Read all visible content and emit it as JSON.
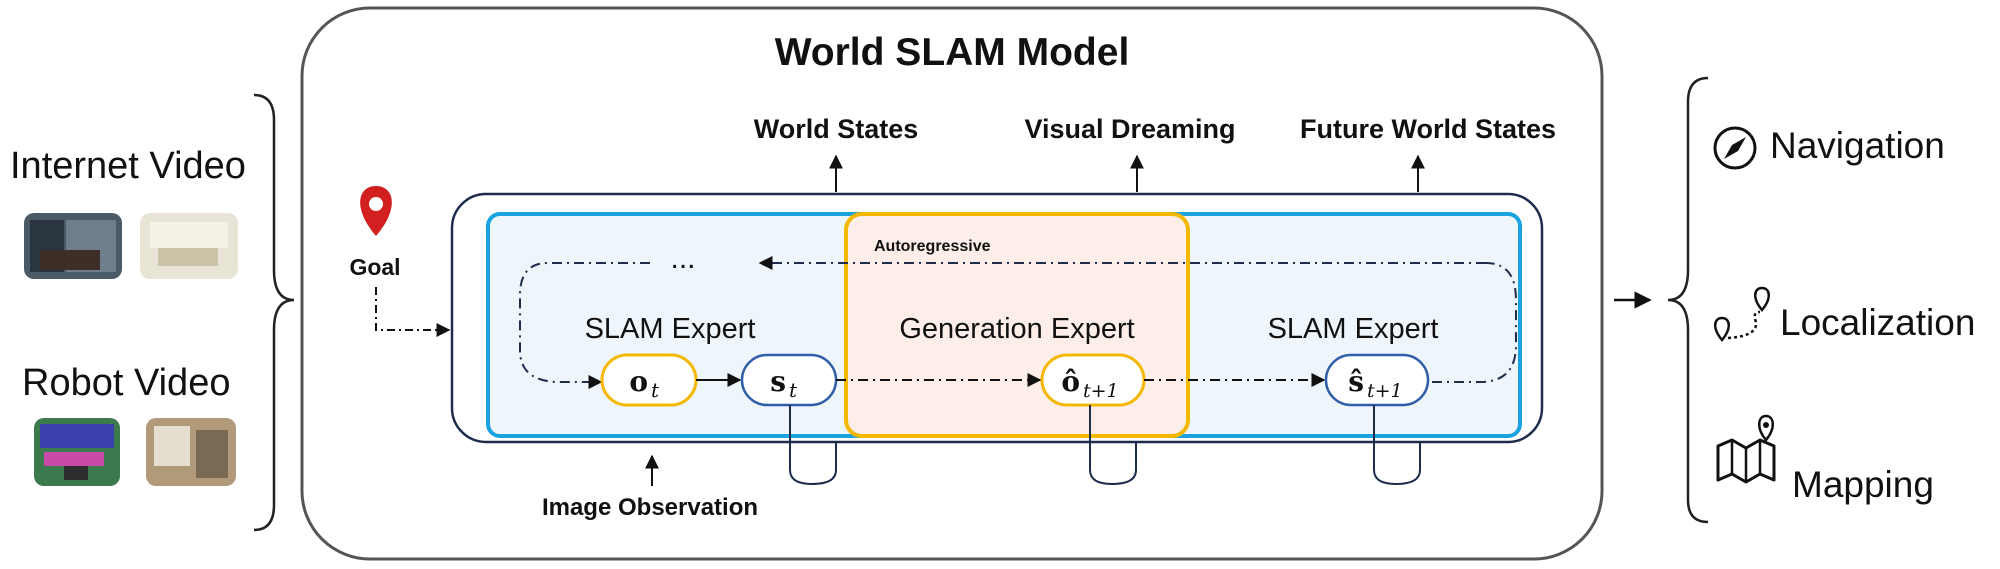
{
  "left": {
    "internet_video": "Internet Video",
    "robot_video": "Robot Video"
  },
  "model": {
    "title": "World SLAM Model",
    "outputs": [
      "World States",
      "Visual Dreaming",
      "Future World States"
    ],
    "goal": "Goal",
    "autoregressive": "Autoregressive",
    "ellipsis": "...",
    "image_observation": "Image Observation",
    "experts": [
      "SLAM Expert",
      "Generation Expert",
      "SLAM Expert"
    ],
    "tokens": {
      "o_t": {
        "base": "o",
        "sub": "t"
      },
      "s_t": {
        "base": "s",
        "sub": "t"
      },
      "o_next": {
        "base": "ô",
        "sub": "t+1"
      },
      "s_next": {
        "base": "ŝ",
        "sub": "t+1"
      }
    }
  },
  "right": {
    "items": [
      {
        "label": "Navigation",
        "icon": "compass-icon"
      },
      {
        "label": "Localization",
        "icon": "route-pin-icon"
      },
      {
        "label": "Mapping",
        "icon": "map-icon"
      }
    ]
  },
  "colors": {
    "outer_border": "#555555",
    "inner_border": "#1f2d4d",
    "blue": "#1aa3e0",
    "blue_fill": "#eef5fb",
    "yellow": "#f5b800",
    "pink_fill": "#fdeeea",
    "red_pin": "#d21f1f",
    "token_blue": "#2f5fa8"
  }
}
